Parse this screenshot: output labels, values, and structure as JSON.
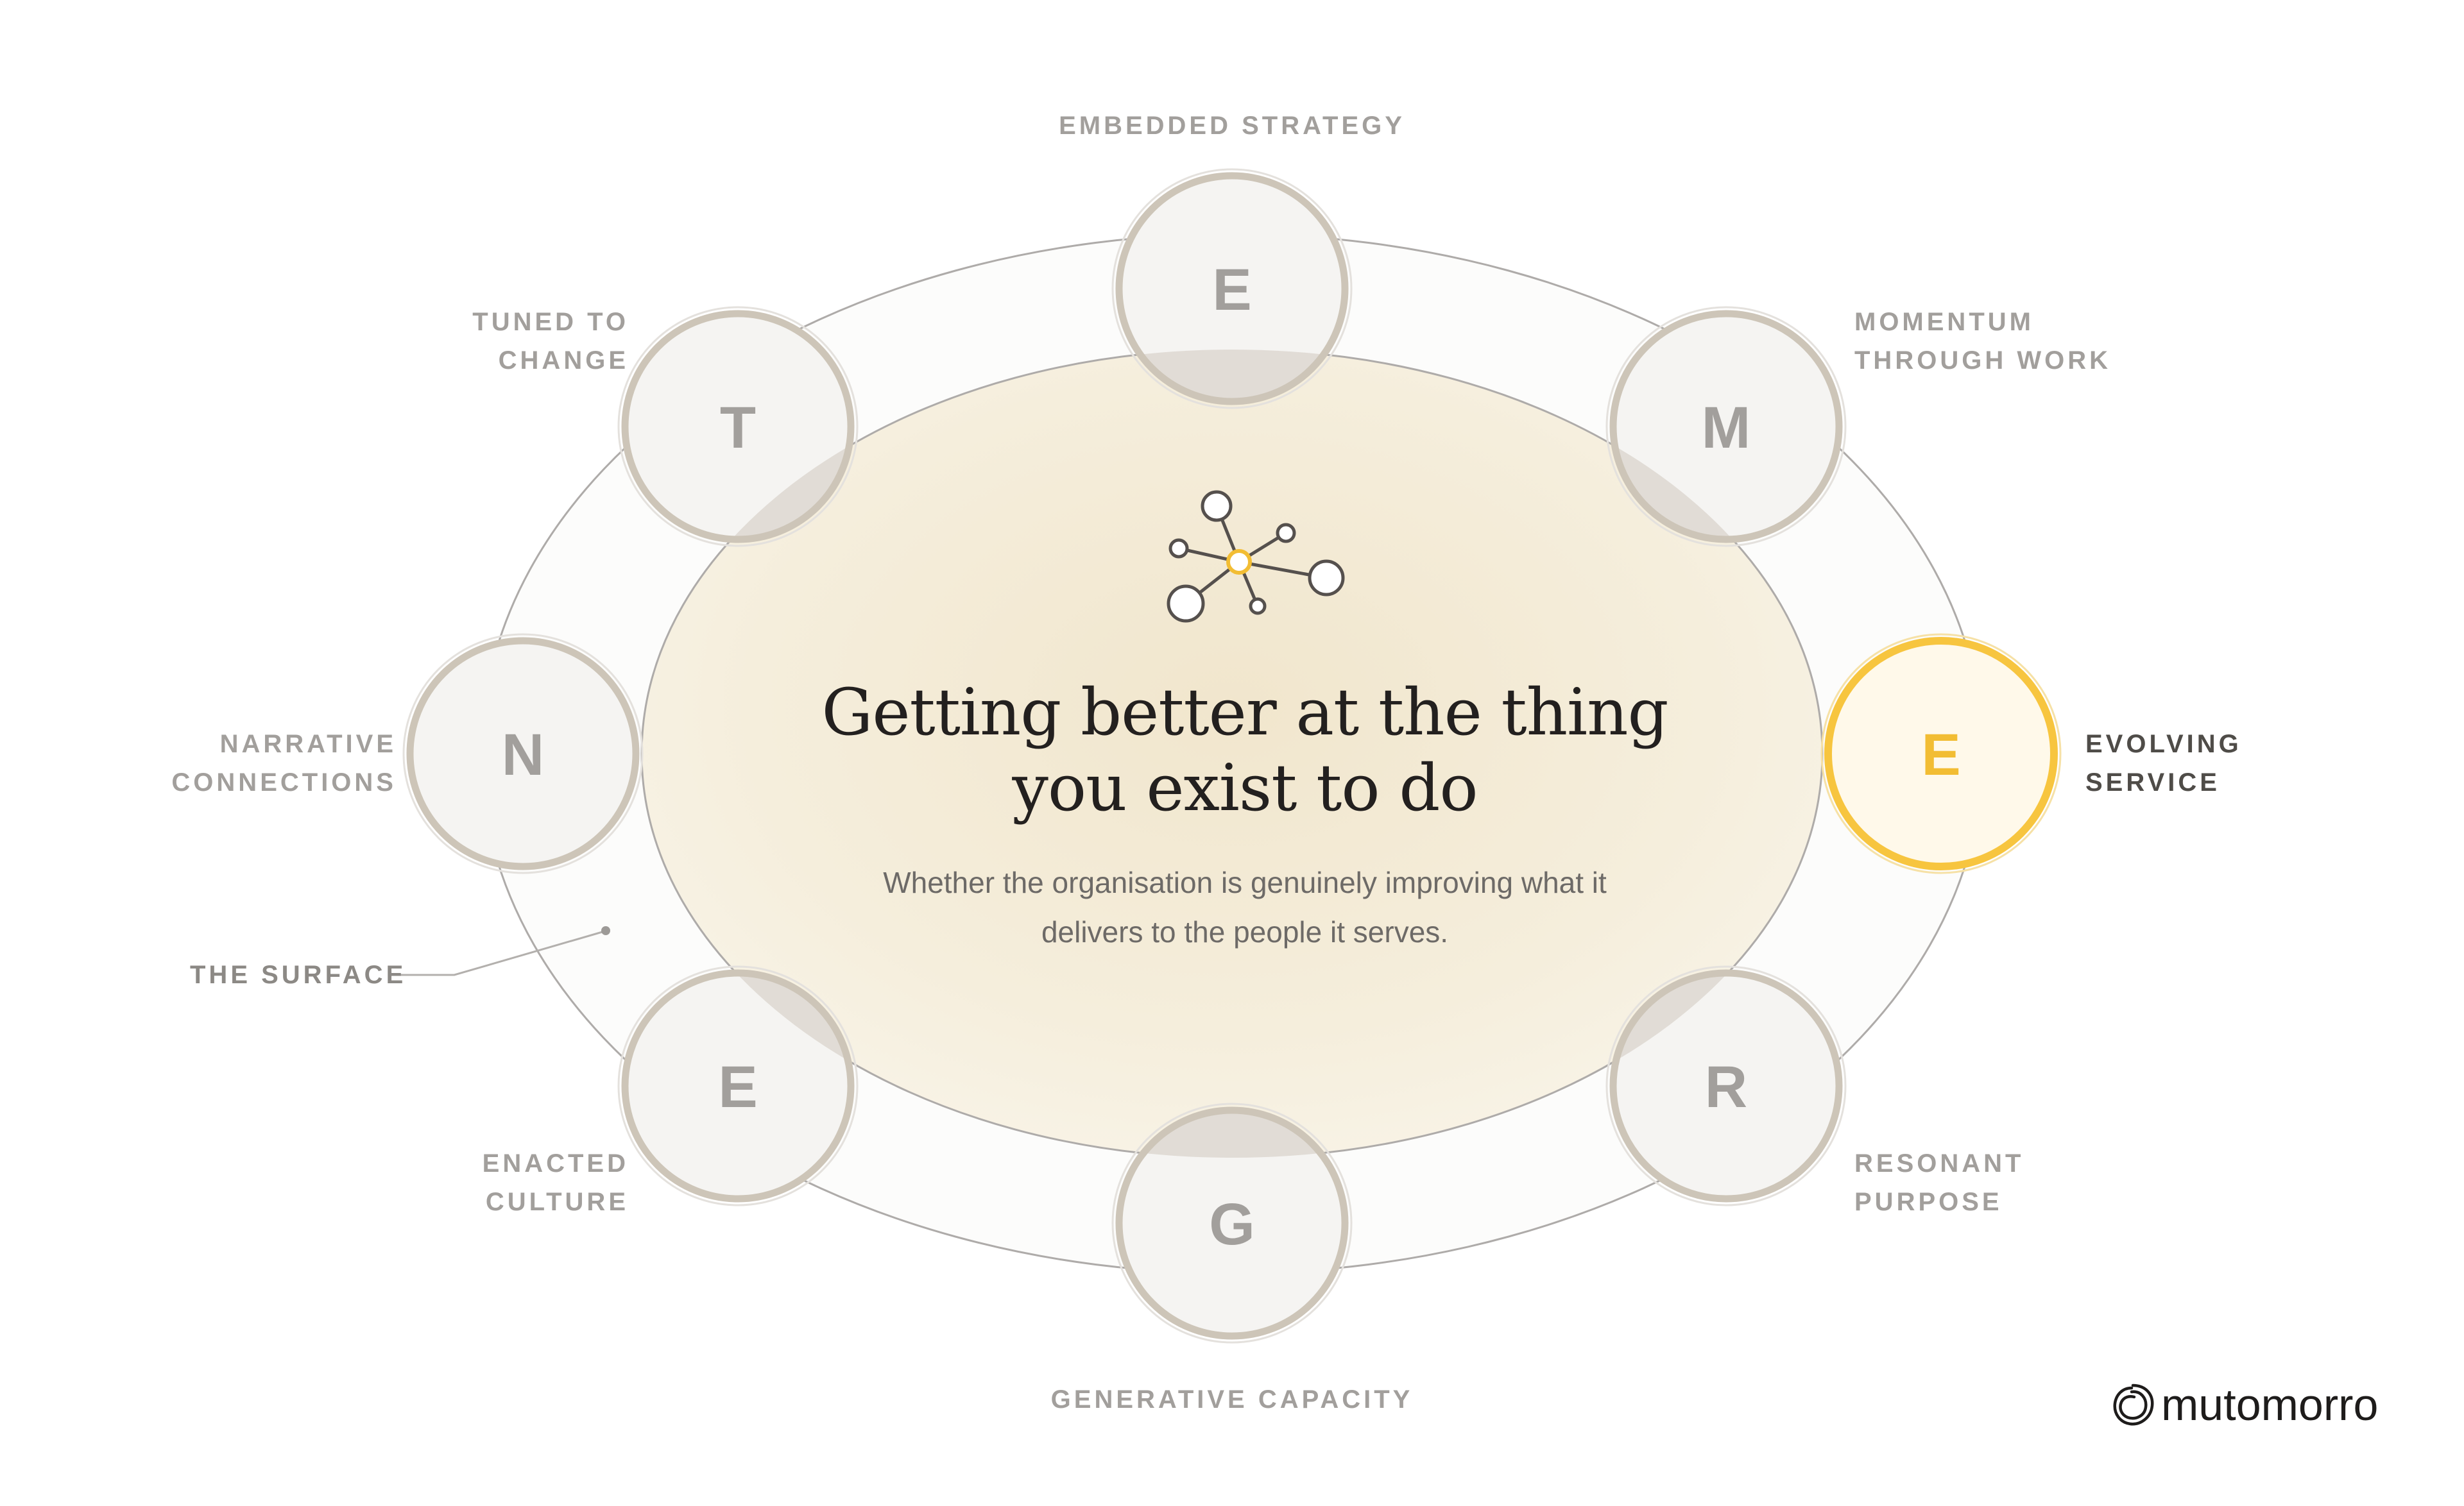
{
  "center": {
    "title_lines": [
      "Getting better at the thing",
      "you exist to do"
    ],
    "description_lines": [
      "Whether the organisation is genuinely improving what it",
      "delivers to the people it serves."
    ],
    "icon": "network-hub-icon"
  },
  "nodes": [
    {
      "letter": "E",
      "label_lines": [
        "EMBEDDED STRATEGY"
      ],
      "active": false
    },
    {
      "letter": "M",
      "label_lines": [
        "MOMENTUM",
        "THROUGH WORK"
      ],
      "active": false
    },
    {
      "letter": "E",
      "label_lines": [
        "EVOLVING",
        "SERVICE"
      ],
      "active": true
    },
    {
      "letter": "R",
      "label_lines": [
        "RESONANT",
        "PURPOSE"
      ],
      "active": false
    },
    {
      "letter": "G",
      "label_lines": [
        "GENERATIVE CAPACITY"
      ],
      "active": false
    },
    {
      "letter": "E",
      "label_lines": [
        "ENACTED",
        "CULTURE"
      ],
      "active": false
    },
    {
      "letter": "N",
      "label_lines": [
        "NARRATIVE",
        "CONNECTIONS"
      ],
      "active": false
    },
    {
      "letter": "T",
      "label_lines": [
        "TUNED TO",
        "CHANGE"
      ],
      "active": false
    }
  ],
  "surface_label": "THE SURFACE",
  "brand": {
    "name": "mutomorro",
    "icon": "mutomorro-logo-icon"
  },
  "colors": {
    "accent": "#f7c53f",
    "accent_text": "#f2bd33",
    "node_ring": "#cdc5b8",
    "node_fill": "#f5f4f2",
    "node_letter": "#a29f9c",
    "inner_core": "#f0e6cc",
    "outer_band": "#fcfcfb",
    "outline": "#a9a6a4",
    "headline": "#23201f",
    "body_text": "#6d6a67"
  }
}
